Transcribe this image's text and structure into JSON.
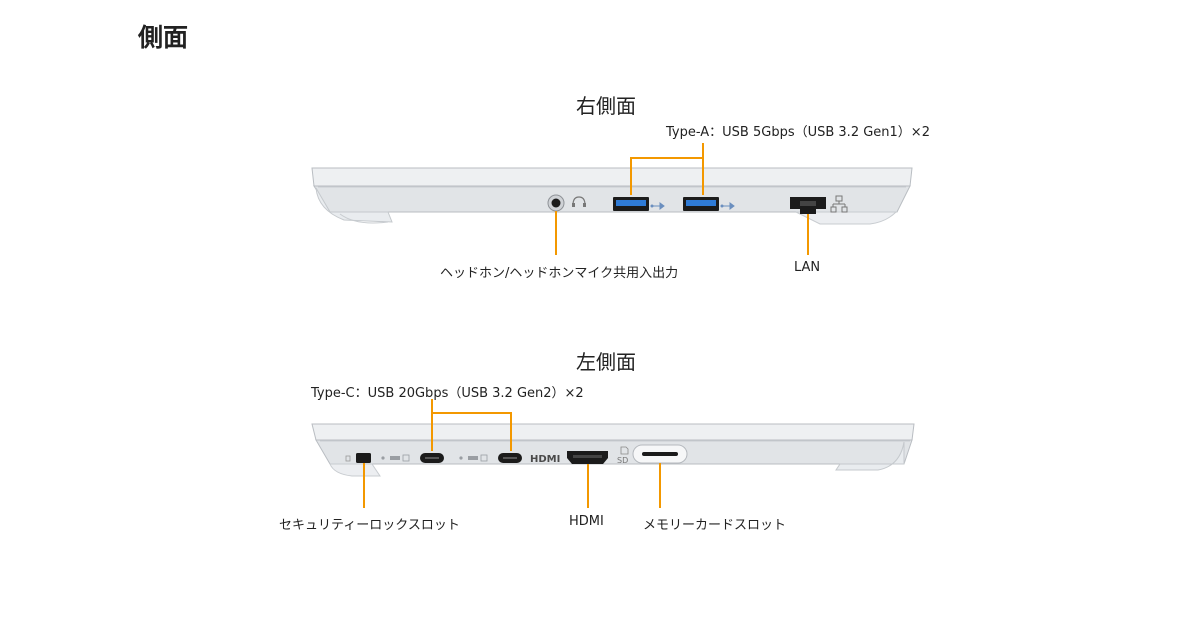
{
  "page": {
    "title": "側面"
  },
  "right_side": {
    "title": "右側面",
    "usb_a_label": "Type-A：USB 5Gbps（USB 3.2 Gen1）×2",
    "headphone_label": "ヘッドホン/ヘッドホンマイク共用入出力",
    "lan_label": "LAN"
  },
  "left_side": {
    "title": "左側面",
    "usb_c_label": "Type-C：USB 20Gbps（USB 3.2 Gen2）×2",
    "security_label": "セキュリティーロックスロット",
    "hdmi_label": "HDMI",
    "card_label": "メモリーカードスロット",
    "hdmi_logo": "HDMI",
    "sd_mark": "SD"
  },
  "colors": {
    "leader_line": "#f39800",
    "usb_a_blue": "#2f7bd6",
    "chassis": "#e4e6e9",
    "port_dark": "#1b1b1b"
  }
}
